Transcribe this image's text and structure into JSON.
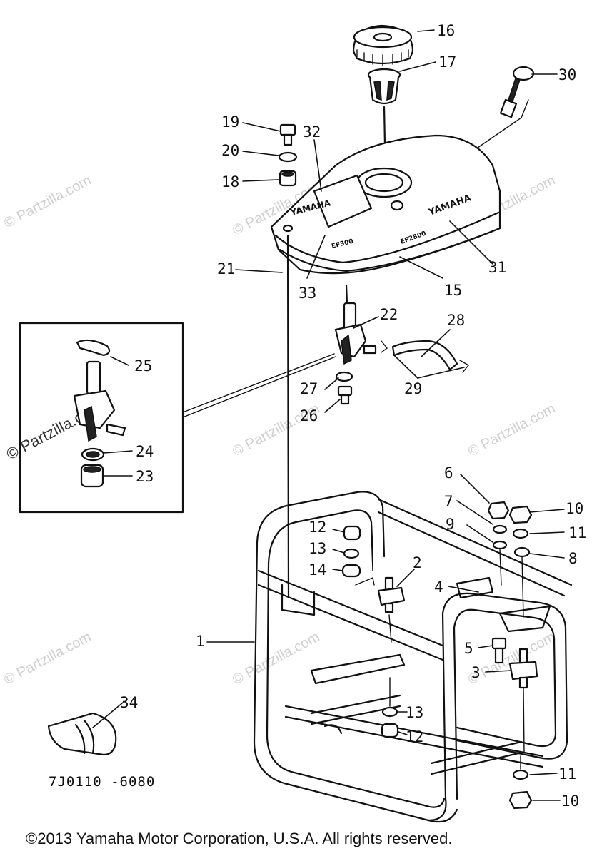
{
  "callouts": {
    "c1": "1",
    "c2": "2",
    "c3": "3",
    "c4": "4",
    "c5": "5",
    "c6": "6",
    "c7": "7",
    "c8": "8",
    "c9": "9",
    "c10a": "10",
    "c10b": "10",
    "c11a": "11",
    "c11b": "11",
    "c12a": "12",
    "c12b": "12",
    "c13a": "13",
    "c13b": "13",
    "c14": "14",
    "c15": "15",
    "c16": "16",
    "c17": "17",
    "c18": "18",
    "c19": "19",
    "c20": "20",
    "c21": "21",
    "c22": "22",
    "c23": "23",
    "c24": "24",
    "c25": "25",
    "c26": "26",
    "c27": "27",
    "c28": "28",
    "c29": "29",
    "c30": "30",
    "c31": "31",
    "c32": "32",
    "c33": "33",
    "c34": "34"
  },
  "tank_labels": {
    "brand_left": "YAMAHA",
    "brand_right": "YAMAHA",
    "model_left": "EF300",
    "model_right": "EF2800"
  },
  "part_code": "7J0110 -6080",
  "copyright": "©2013 Yamaha Motor Corporation, U.S.A. All rights reserved.",
  "watermark": "© Partzilla.com"
}
